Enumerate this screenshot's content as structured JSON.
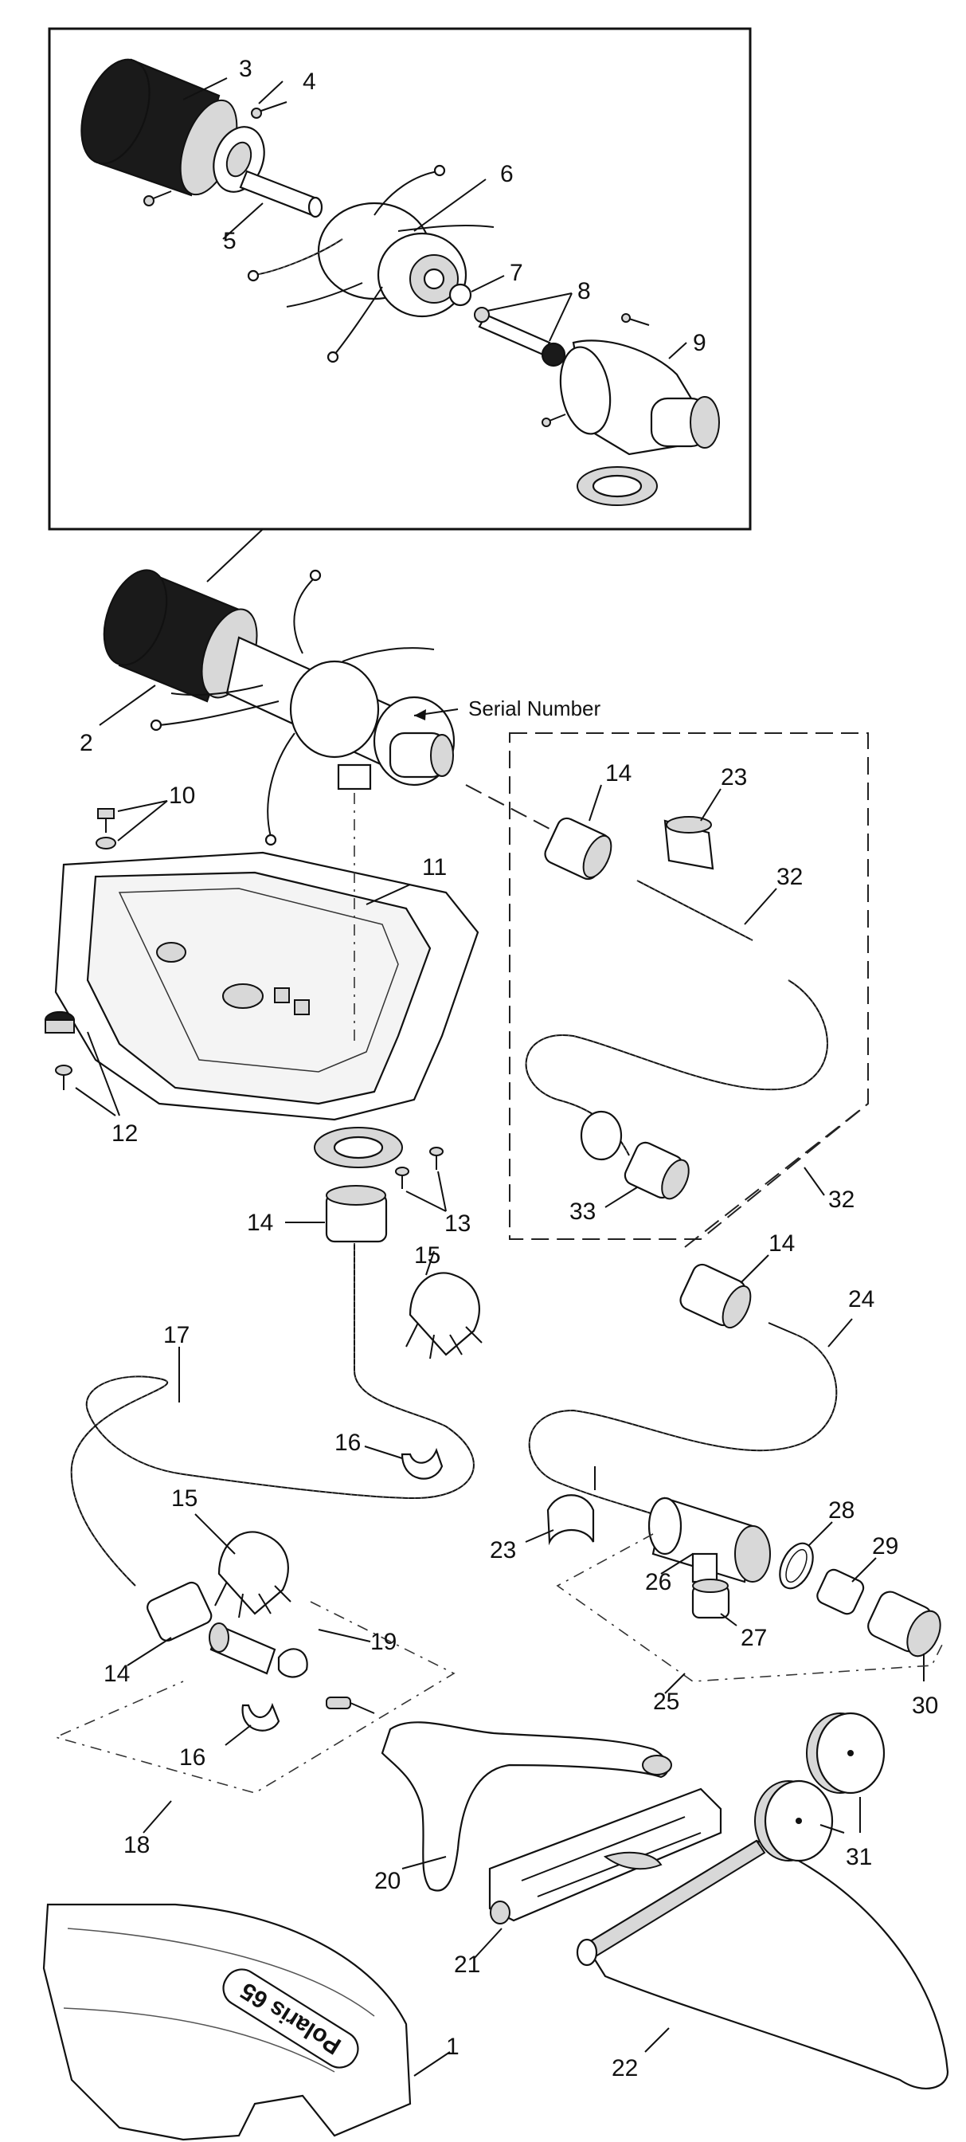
{
  "callouts": {
    "c1": "1",
    "c2": "2",
    "c3": "3",
    "c4": "4",
    "c5": "5",
    "c6": "6",
    "c7": "7",
    "c8": "8",
    "c9": "9",
    "c10": "10",
    "c11": "11",
    "c12": "12",
    "c13": "13",
    "c14a": "14",
    "c14b": "14",
    "c14c": "14",
    "c14d": "14",
    "c15a": "15",
    "c15b": "15",
    "c16a": "16",
    "c16b": "16",
    "c17": "17",
    "c18": "18",
    "c19": "19",
    "c20": "20",
    "c21": "21",
    "c22": "22",
    "c23a": "23",
    "c23b": "23",
    "c24": "24",
    "c25": "25",
    "c26": "26",
    "c27": "27",
    "c28": "28",
    "c29": "29",
    "c30": "30",
    "c31": "31",
    "c32a": "32",
    "c32b": "32",
    "c33": "33"
  },
  "labels": {
    "serial_number": "Serial Number",
    "logo": "Polaris 65"
  }
}
